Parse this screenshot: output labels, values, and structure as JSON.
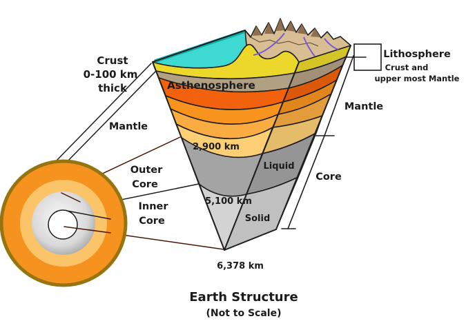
{
  "title": {
    "main": "Earth Structure",
    "subtitle": "(Not to Scale)"
  },
  "left_callouts": {
    "crust_line1": "Crust",
    "crust_line2": "0-100 km",
    "crust_line3": "thick",
    "mantle": "Mantle",
    "outer_core_line1": "Outer",
    "outer_core_line2": "Core",
    "inner_core_line1": "Inner",
    "inner_core_line2": "Core"
  },
  "right_callouts": {
    "lithosphere": "Lithosphere",
    "lithosphere_sub1": "Crust and",
    "lithosphere_sub2": "upper most Mantle",
    "mantle": "Mantle",
    "core": "Core"
  },
  "wedge": {
    "asthenosphere_label": "Asthenosphere",
    "liquid_label": "Liquid",
    "solid_label": "Solid",
    "depth_2900": "2,900 km",
    "depth_5100": "5,100 km",
    "depth_6378": "6,378 km"
  },
  "colors": {
    "ocean": "#3EDAD2",
    "ocean_deep": "#0FADA8",
    "mountain": "#D9BE93",
    "mountain_shadow": "#8E6F50",
    "river": "#7A5BD0",
    "crust": "#EBD82B",
    "lithosphere_mantle": "#B2A083",
    "asthenosphere": "#F2620C",
    "upper_mantle": "#F8941E",
    "mid_mantle": "#FAAC42",
    "lower_mantle": "#FCCF74",
    "outer_core_liquid": "#A4A4A4",
    "inner_core_solid": "#D3D3D3",
    "globe_rim": "#96740F",
    "globe_mantle": "#F6921E",
    "globe_lower_mantle": "#FBC468",
    "asthenosphere_label": "#8B1A00"
  }
}
